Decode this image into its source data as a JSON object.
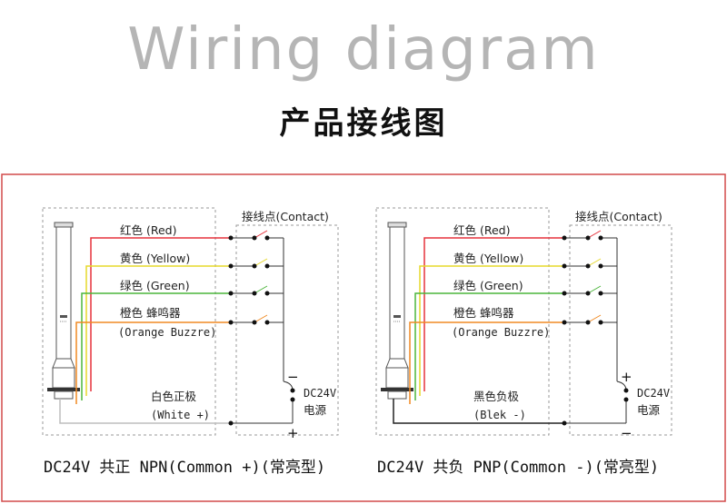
{
  "header": {
    "title_en": "Wiring diagram",
    "title_cn": "产品接线图"
  },
  "colors": {
    "red": "#e6323c",
    "yellow": "#e6d82a",
    "green": "#4bb53b",
    "orange": "#f08a24",
    "white_wire": "#bdbdbd",
    "black_wire": "#222222",
    "frame": "#d24a4a",
    "dashed": "#9a9a9a"
  },
  "npn": {
    "contact_label": "接线点(Contact)",
    "red_label": "红色 (Red)",
    "yellow_label": "黄色 (Yellow)",
    "green_label": "绿色 (Green)",
    "orange_label": "橙色 蜂鸣器",
    "orange_sub": "(Orange Buzzre)",
    "common_label": "白色正极",
    "common_sub": "(White +)",
    "power_label": "DC24V",
    "power_sub": "电源",
    "sign_top": "−",
    "sign_bottom": "+",
    "caption": "DC24V 共正 NPN(Common +)(常亮型)"
  },
  "pnp": {
    "contact_label": "接线点(Contact)",
    "red_label": "红色 (Red)",
    "yellow_label": "黄色 (Yellow)",
    "green_label": "绿色 (Green)",
    "orange_label": "橙色 蜂鸣器",
    "orange_sub": "(Orange Buzzre)",
    "common_label": "黑色负极",
    "common_sub": "(Blek -)",
    "power_label": "DC24V",
    "power_sub": "电源",
    "sign_top": "+",
    "sign_bottom": "−",
    "caption": "DC24V 共负 PNP(Common -)(常亮型)"
  }
}
